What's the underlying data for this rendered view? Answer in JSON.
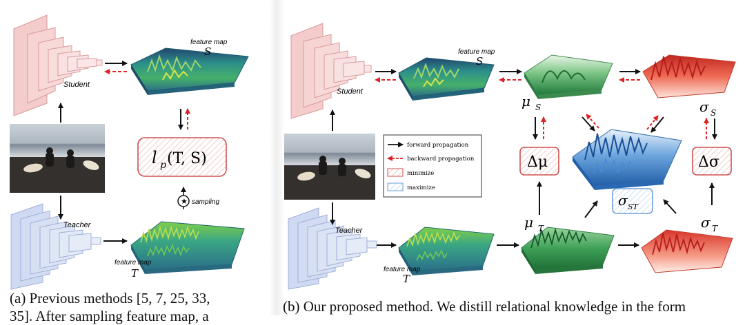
{
  "panel_a": {
    "student_label": "Student",
    "teacher_label": "Teacher",
    "feature_map_label": "feature map",
    "feature_map_s": "S",
    "feature_map_t": "T",
    "loss_label": "l",
    "loss_subscript": "p",
    "loss_args": "(T, S)",
    "sampling_label": "sampling",
    "caption_line1": "(a) Previous methods [5, 7, 25, 33,",
    "caption_line2": "35]. After sampling feature map, a"
  },
  "panel_b": {
    "student_label": "Student",
    "teacher_label": "Teacher",
    "feature_map_label": "feature map",
    "feature_map_s": "S",
    "feature_map_t": "T",
    "mu": "μ",
    "sigma": "σ",
    "sub_s": "S",
    "sub_t": "T",
    "sub_st": "ST",
    "delta_mu": "Δμ",
    "delta_sigma": "Δσ",
    "legend": {
      "forward": "forward propagation",
      "backward": "backward propagation",
      "minimize": "minimize",
      "maximize": "maximize"
    },
    "caption": "(b) Our proposed method. We distill relational knowledge in the form"
  },
  "colors": {
    "student_net": "#f2c6c6",
    "teacher_net": "#c9d4ef",
    "teal_map": "#2f9a8c",
    "green_map": "#3aa85a",
    "red_map": "#e55a4a",
    "blue_map": "#3f7fc8",
    "minimize_border": "#d05050",
    "maximize_border": "#6f9fd8",
    "backward_arrow": "#dd2222"
  }
}
